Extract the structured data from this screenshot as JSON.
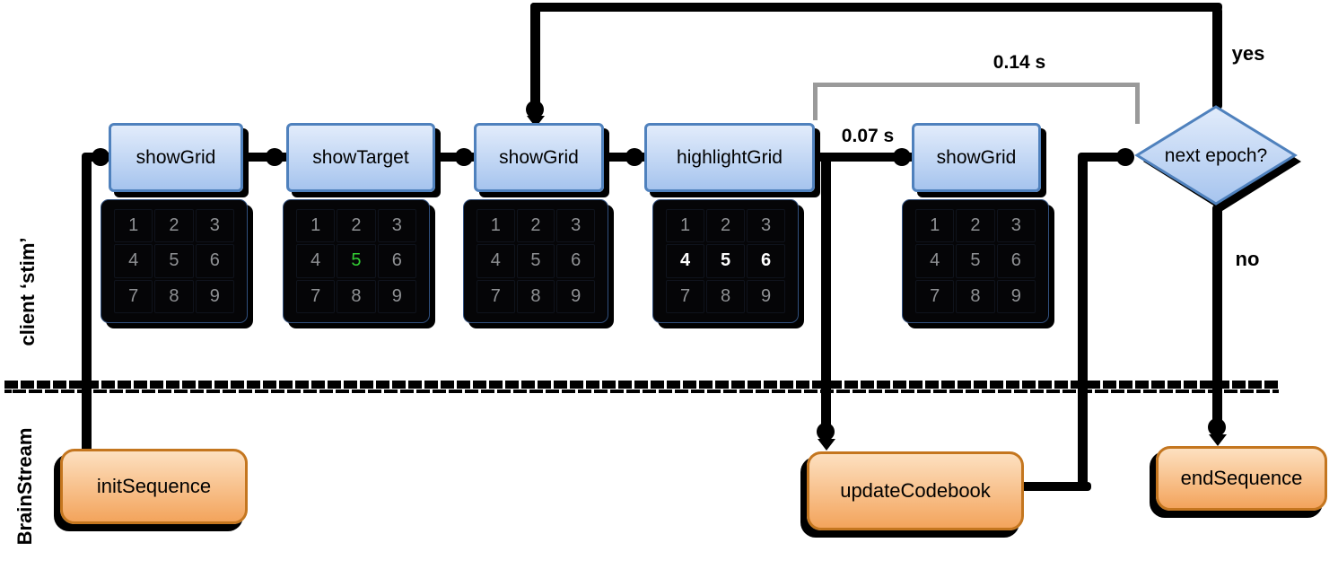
{
  "lanes": {
    "client_label": "client ‘stim’",
    "brainstream_label": "BrainStream"
  },
  "nodes": {
    "show_grid_1": "showGrid",
    "show_target": "showTarget",
    "show_grid_2": "showGrid",
    "highlight_grid": "highlightGrid",
    "show_grid_3": "showGrid",
    "decision": "next epoch?",
    "init_sequence": "initSequence",
    "update_codebook": "updateCodebook",
    "end_sequence": "endSequence"
  },
  "labels": {
    "yes": "yes",
    "no": "no",
    "highlight_duration": "0.07 s",
    "cycle_duration": "0.14 s"
  },
  "keypads": [
    {
      "id": "keypad-show-grid-1",
      "digits": [
        "1",
        "2",
        "3",
        "4",
        "5",
        "6",
        "7",
        "8",
        "9"
      ],
      "target_digit": null,
      "highlighted_digits": []
    },
    {
      "id": "keypad-show-target",
      "digits": [
        "1",
        "2",
        "3",
        "4",
        "5",
        "6",
        "7",
        "8",
        "9"
      ],
      "target_digit": "5",
      "highlighted_digits": []
    },
    {
      "id": "keypad-show-grid-2",
      "digits": [
        "1",
        "2",
        "3",
        "4",
        "5",
        "6",
        "7",
        "8",
        "9"
      ],
      "target_digit": null,
      "highlighted_digits": []
    },
    {
      "id": "keypad-highlight-grid",
      "digits": [
        "1",
        "2",
        "3",
        "4",
        "5",
        "6",
        "7",
        "8",
        "9"
      ],
      "target_digit": null,
      "highlighted_digits": [
        "4",
        "5",
        "6"
      ]
    },
    {
      "id": "keypad-show-grid-3",
      "digits": [
        "1",
        "2",
        "3",
        "4",
        "5",
        "6",
        "7",
        "8",
        "9"
      ],
      "target_digit": null,
      "highlighted_digits": []
    }
  ],
  "colors": {
    "connector": "#000000",
    "bracket": "#9a9a9a",
    "node_fill_top": "#e2ecfb",
    "node_fill_bottom": "#a6c4ee",
    "node_border": "#4f81bd",
    "event_fill_top": "#fde0c0",
    "event_fill_bottom": "#f3a45c",
    "event_border": "#c4761f",
    "keypad_bg": "#050507",
    "digit": "#8f9194",
    "digit_highlight": "#ffffff",
    "digit_target": "#33cc33"
  }
}
